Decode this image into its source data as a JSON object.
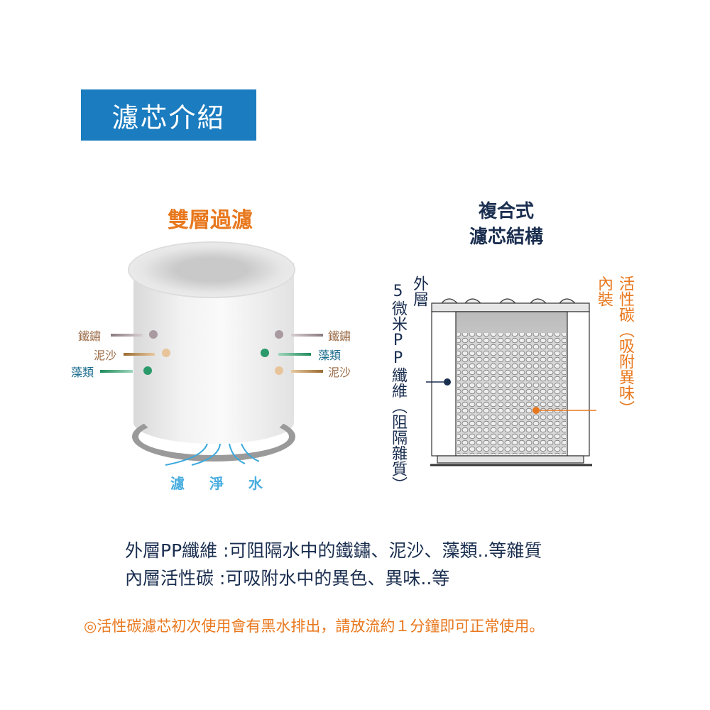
{
  "title": "濾芯介紹",
  "left_section": {
    "heading": "雙層過濾",
    "left_labels": [
      "鐵鏽",
      "泥沙",
      "藻類"
    ],
    "right_labels": [
      "鐵鏽",
      "藻類",
      "泥沙"
    ],
    "outflow": "濾 淨 水"
  },
  "right_section": {
    "heading_line1": "複合式",
    "heading_line2": "濾芯結構",
    "outer_label": "外層",
    "outer_desc": "5微米PP纖維（阻隔雜質）",
    "inner_label": "內裝",
    "inner_desc": "活性碳（吸附異味）"
  },
  "description": {
    "line1": "外層PP纖維 :可阻隔水中的鐵鏽、泥沙、藻類..等雜質",
    "line2": "內層活性碳 :可吸附水中的異色、異味..等"
  },
  "note": "◎活性碳濾芯初次使用會有黑水排出，請放流約１分鐘即可正常使用。",
  "colors": {
    "brand_blue": "#1b7cc0",
    "orange": "#e8781e",
    "navy": "#1a2e4f"
  }
}
